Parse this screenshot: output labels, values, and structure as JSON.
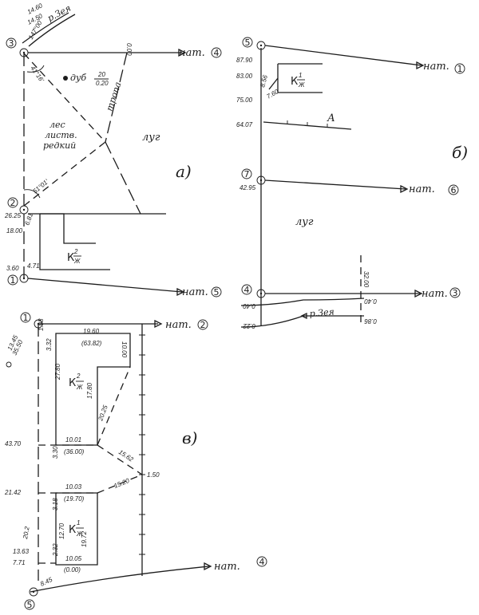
{
  "colors": {
    "ink": "#1c1c1c",
    "paper": "#ffffff"
  },
  "a": {
    "panel_label": "а)",
    "stations": [
      "3",
      "2",
      "1"
    ],
    "river": "р.Зея",
    "river_top": "14.60",
    "river_bottom": "14.50",
    "st3_chainage": "0.00",
    "angle_top": "147°00'",
    "angle_st3": "41°16'",
    "angle_st2": "51°01'",
    "oak_label": "дуб",
    "oak_num": "20",
    "oak_den": "0.20",
    "path_label": "тропа",
    "path_chainage": "0.00",
    "forest_1": "лес",
    "forest_2": "листв.",
    "forest_3": "редкий",
    "meadow": "луг",
    "bld_type": "К",
    "bld_floor": "2",
    "bld_mat": "Ж",
    "d_1": "26.25",
    "d_2": "18.00",
    "d_3": "3.60",
    "d_4": "4.71",
    "d_5": "6.81",
    "nat_top_label": "нат.",
    "nat_top_target": "4",
    "nat_bottom_label": "нат.",
    "nat_bottom_target": "5"
  },
  "b": {
    "panel_label": "б)",
    "stations": [
      "5",
      "7",
      "4"
    ],
    "d_1": "87.90",
    "d_2": "83.00",
    "d_3": "75.00",
    "d_4": "64.07",
    "d_5": "42.95",
    "d_6": "8.56",
    "d_7": "7.60",
    "d_8": "32.00",
    "bld_type": "К",
    "bld_floor": "1",
    "bld_mat": "Ж",
    "area_label": "А",
    "meadow": "луг",
    "river": "р.Зея",
    "r_1": "0.40",
    "r_2": "0.22",
    "r_3": "0.40",
    "r_4": "0.86",
    "nat_1_label": "нат.",
    "nat_1_target": "1",
    "nat_2_label": "нат.",
    "nat_2_target": "6",
    "nat_3_label": "нат.",
    "nat_3_target": "3"
  },
  "v": {
    "panel_label": "в)",
    "stations": [
      "1",
      "5"
    ],
    "nat_top_label": "нат.",
    "nat_top_target": "2",
    "nat_bottom_label": "нат.",
    "nat_bottom_target": "4",
    "left_1": "13.45",
    "left_2": "35.50",
    "left_3": "43.70",
    "left_4": "21.42",
    "left_5": "13.63",
    "left_6": "7.71",
    "left_7": "8.45",
    "left_8": "20.2",
    "left_9": "1.98",
    "left_10": "3.32",
    "top_1": "19.60",
    "top_2": "(63.82)",
    "top_3": "10.00",
    "bld1_type": "К",
    "bld1_floor": "2",
    "bld1_mat": "Ж",
    "v_1": "27.80",
    "v_2": "17.80",
    "v_3": "20.25",
    "v_4": "3.30",
    "mid_1": "10.01",
    "mid_2": "(36.00)",
    "mid_3": "15.62",
    "mid_4": "1.50",
    "lo_1": "10.03",
    "lo_2": "(19.70)",
    "lo_3": "15.20",
    "lo_4": "3.18",
    "bld2_type": "К",
    "bld2_floor": "1",
    "bld2_mat": "Ж",
    "bld2_w": "19.72",
    "lo_5": "12.70",
    "lo_6": "2.32",
    "bot_1": "10.05",
    "bot_2": "(0.00)"
  }
}
